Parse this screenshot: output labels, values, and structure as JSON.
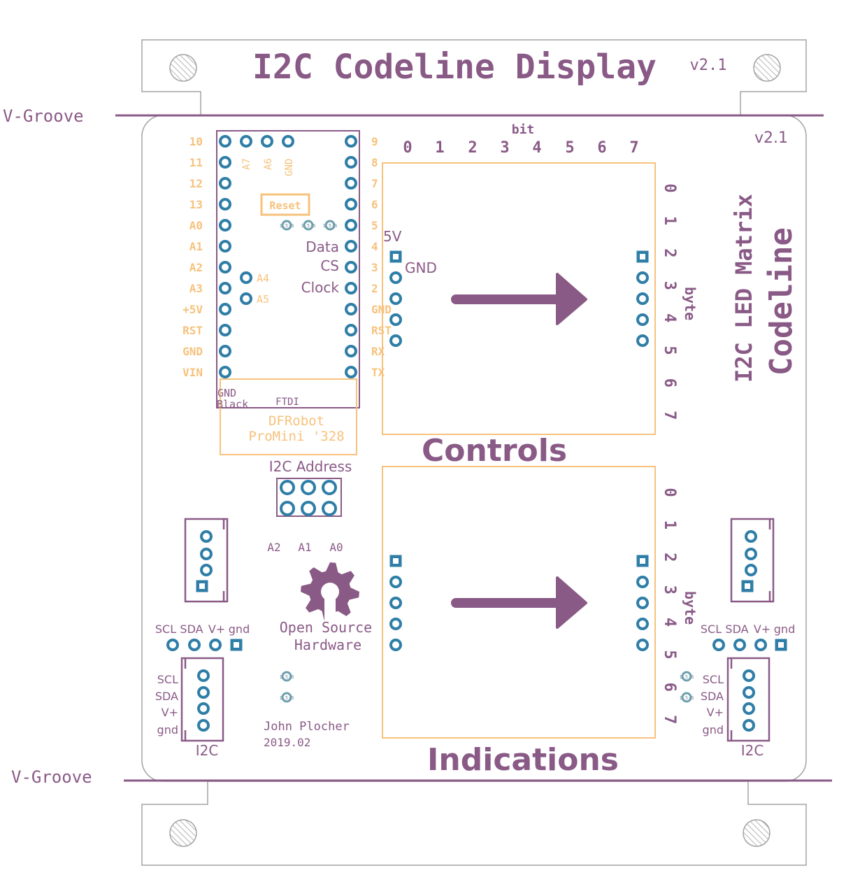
{
  "colors": {
    "silk": "#8a5a87",
    "orange": "#f7c27c",
    "outline": "#a3a3a3",
    "pad": "#2f7ea7",
    "pad_square": "#2f7ea7",
    "via": "#6f9fae"
  },
  "title": {
    "text": "I2C Codeline Display",
    "version": "v2.1"
  },
  "board_version": "v2.1",
  "groove": {
    "top": "V-Groove",
    "bottom": "V-Groove"
  },
  "promini": {
    "left_pins": [
      "10",
      "11",
      "12",
      "13",
      "A0",
      "A1",
      "A2",
      "A3",
      "+5V",
      "RST",
      "GND",
      "VIN"
    ],
    "right_pins": [
      "9",
      "8",
      "7",
      "6",
      "5",
      "4",
      "3",
      "2",
      "GND",
      "RST",
      "RX",
      "TX"
    ],
    "top_pins": [
      "A7",
      "A6",
      "GND"
    ],
    "reset": "Reset",
    "signals": [
      "Data",
      "CS",
      "Clock"
    ],
    "analog": [
      "A4",
      "A5"
    ],
    "ftdi_gnd": "GND",
    "ftdi_black": "Black",
    "ftdi": "FTDI",
    "module_line1": "DFRobot",
    "module_line2": "ProMini '328"
  },
  "matrix": {
    "bit_label": "bit",
    "bits": [
      "0",
      "1",
      "2",
      "3",
      "4",
      "5",
      "6",
      "7"
    ],
    "bytes": [
      "0",
      "1",
      "2",
      "3",
      "4",
      "5",
      "6",
      "7"
    ],
    "byte_label": "byte",
    "five_v": "5V",
    "gnd": "GND"
  },
  "sections": {
    "controls": "Controls",
    "indications": "Indications"
  },
  "vertical_titles": {
    "small": "I2C LED Matrix",
    "big": "Codeline"
  },
  "address": {
    "title": "I2C Address",
    "labels": [
      "A2",
      "A1",
      "A0"
    ]
  },
  "oshw": {
    "line1": "Open Source",
    "line2": "Hardware"
  },
  "i2c": {
    "header_labels": [
      "SCL",
      "SDA",
      "V+",
      "gnd"
    ],
    "side_labels": [
      "SCL",
      "SDA",
      "V+",
      "gnd"
    ],
    "name": "I2C"
  },
  "via_label": "1.5:6",
  "credit": {
    "author": "John Plocher",
    "date": "2019.02"
  }
}
